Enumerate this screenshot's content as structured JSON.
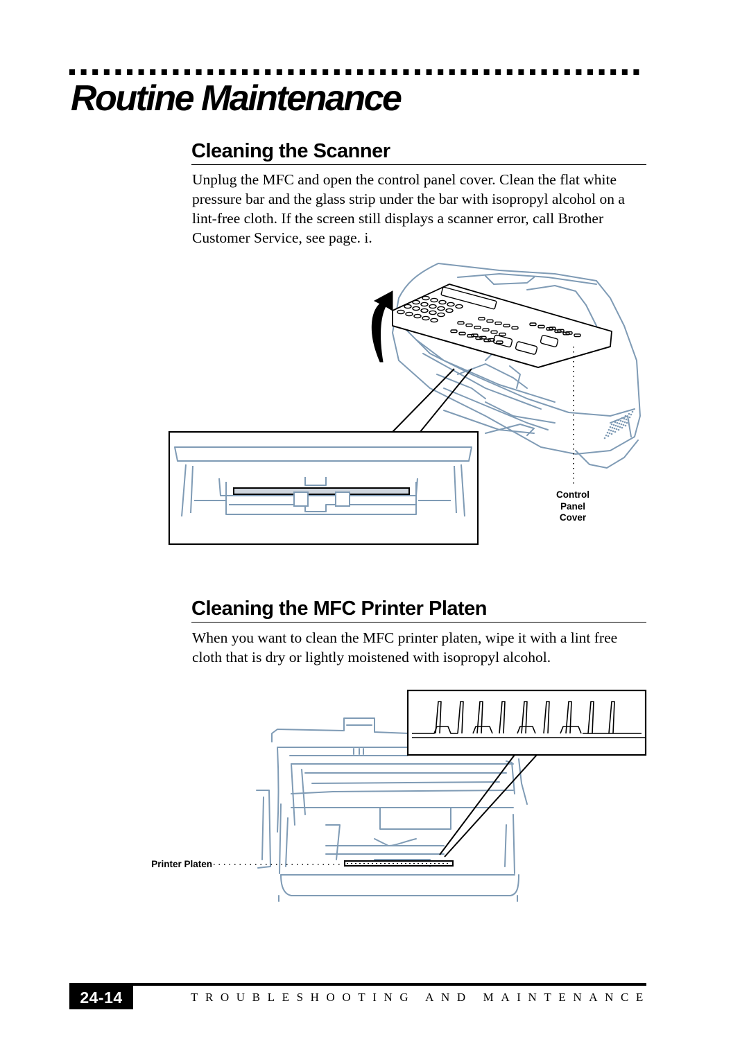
{
  "page": {
    "title": "Routine Maintenance"
  },
  "sections": [
    {
      "heading": "Cleaning the Scanner",
      "body": "Unplug the MFC and open the control panel cover. Clean the flat white pressure bar and the glass strip under the bar with isopropyl alcohol on a lint-free cloth. If the screen still displays a scanner error, call Brother Customer Service, see page. i."
    },
    {
      "heading": "Cleaning the MFC Printer Platen",
      "body": "When you want to clean the MFC printer platen, wipe it with a lint free cloth that is dry or lightly moistened with isopropyl alcohol."
    }
  ],
  "figures": {
    "scanner_label": [
      "Control",
      "Panel",
      "Cover"
    ],
    "platen_label": "Printer Platen",
    "line_color": "#7f9bb5"
  },
  "footer": {
    "page_number": "24-14",
    "chapter": "TROUBLESHOOTING AND MAINTENANCE"
  }
}
